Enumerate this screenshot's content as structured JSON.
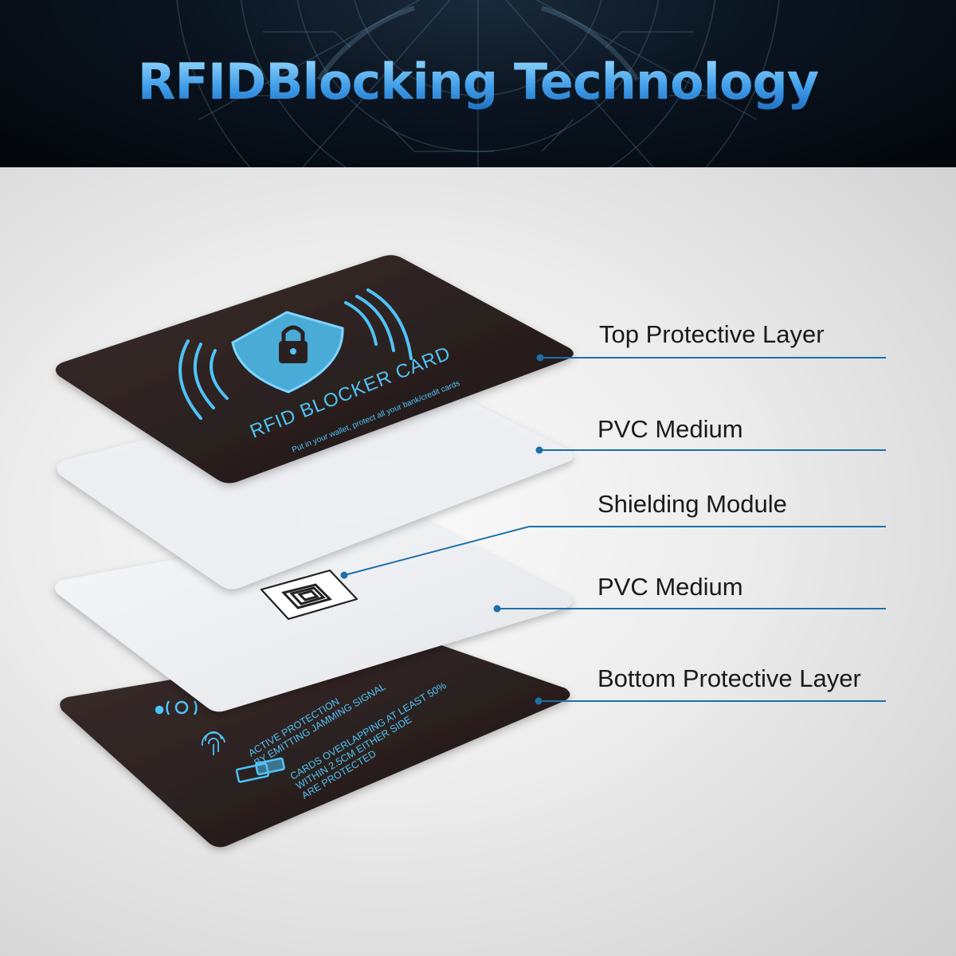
{
  "header": {
    "title": "RFIDBlocking Technology"
  },
  "top_card": {
    "title": "RFID BLOCKER CARD",
    "subtitle": "Put in your wallet, protect all your bank/credit cards"
  },
  "bottom_card": {
    "line1a": "ACTIVE PROTECTION",
    "line1b": "BY EMITTING JAMMING SIGNAL",
    "line2a": "CARDS OVERLAPPING AT LEAST 50%",
    "line2b": "WITHIN 2.5CM EITHER SIDE",
    "line2c": "ARE PROTECTED"
  },
  "layers": [
    {
      "label": "Top Protective Layer"
    },
    {
      "label": "PVC Medium"
    },
    {
      "label": "Shielding Module"
    },
    {
      "label": "PVC Medium"
    },
    {
      "label": "Bottom Protective Layer"
    }
  ],
  "colors": {
    "accent": "#4fc3f7",
    "leader": "#1e6fa8",
    "card_dark": "#2a2020",
    "card_light": "#f3f4f6"
  }
}
